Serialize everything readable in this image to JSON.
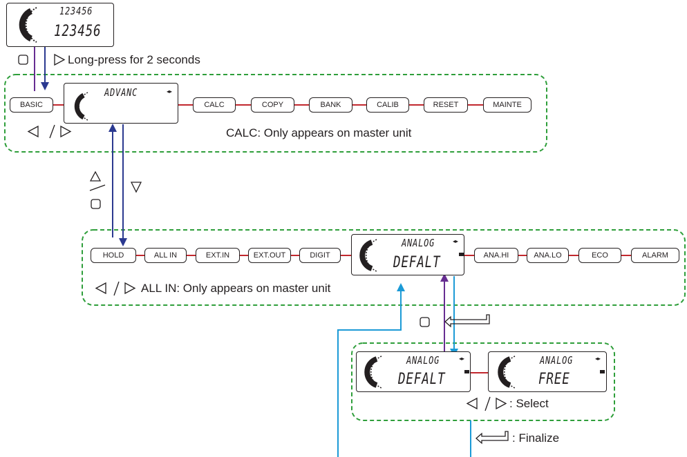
{
  "top_display": {
    "line1": "123456",
    "line2": "123456"
  },
  "instructions": {
    "long_press": "Long-press for 2 seconds",
    "calc_note": "CALC: Only appears on master unit",
    "allin_note": "ALL IN: Only appears on master unit",
    "select": ": Select",
    "finalize": ": Finalize"
  },
  "row1": {
    "left_button": "BASIC",
    "display": {
      "top": "ADVANC"
    },
    "buttons": [
      "CALC",
      "COPY",
      "BANK",
      "CALIB",
      "RESET",
      "MAINTE"
    ]
  },
  "row2": {
    "left_buttons": [
      "HOLD",
      "ALL IN",
      "EXT.IN",
      "EXT.OUT",
      "DIGIT"
    ],
    "display": {
      "top": "ANALOG",
      "bottom": "DEFALT"
    },
    "right_buttons": [
      "ANA.HI",
      "ANA.LO",
      "ECO",
      "ALARM"
    ]
  },
  "options": [
    {
      "top": "ANALOG",
      "bottom": "DEFALT"
    },
    {
      "top": "ANALOG",
      "bottom": "FREE"
    }
  ],
  "colors": {
    "dashed_border": "#2e9e3a",
    "arrow_navy": "#2b3990",
    "arrow_purple": "#662d91",
    "arrow_cyan": "#1b9ad6",
    "connector_red": "#c1272d"
  }
}
